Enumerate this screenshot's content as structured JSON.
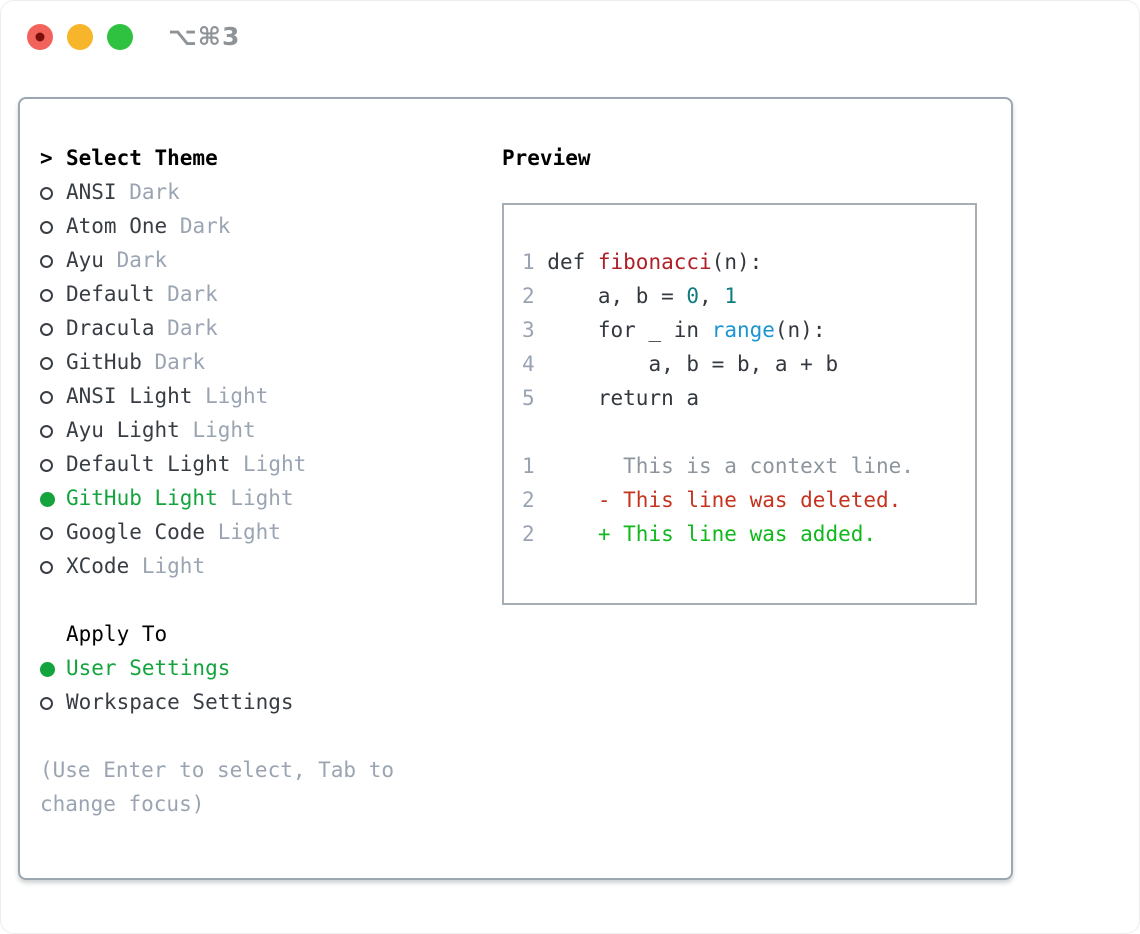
{
  "window": {
    "shortcut_label": "⌥⌘3"
  },
  "traffic_lights": {
    "red": "#f2635c",
    "red_inner_dot": "#7a100c",
    "yellow": "#f7b52c",
    "green": "#2fc240"
  },
  "colors": {
    "selected_green": "#14a43e",
    "marker_stroke": "#3a3f46",
    "plain": "#33383f",
    "linenum": "#99a4b2",
    "function": "#b01f27",
    "number": "#107c82",
    "builtin": "#1d95d2",
    "context": "#8d959d",
    "deleted": "#c5331f",
    "added": "#10b81e",
    "muted": "#9aa4b2"
  },
  "theme_picker": {
    "prompt": ">",
    "title": "Select Theme",
    "items": [
      {
        "name": "ANSI",
        "variant": "Dark",
        "selected": false
      },
      {
        "name": "Atom One",
        "variant": "Dark",
        "selected": false
      },
      {
        "name": "Ayu",
        "variant": "Dark",
        "selected": false
      },
      {
        "name": "Default",
        "variant": "Dark",
        "selected": false
      },
      {
        "name": "Dracula",
        "variant": "Dark",
        "selected": false
      },
      {
        "name": "GitHub",
        "variant": "Dark",
        "selected": false
      },
      {
        "name": "ANSI Light",
        "variant": "Light",
        "selected": false
      },
      {
        "name": "Ayu Light",
        "variant": "Light",
        "selected": false
      },
      {
        "name": "Default Light",
        "variant": "Light",
        "selected": false
      },
      {
        "name": "GitHub Light",
        "variant": "Light",
        "selected": true
      },
      {
        "name": "Google Code",
        "variant": "Light",
        "selected": false
      },
      {
        "name": "XCode",
        "variant": "Light",
        "selected": false
      }
    ],
    "apply_to": {
      "title": "Apply To",
      "options": [
        {
          "label": "User Settings",
          "selected": true
        },
        {
          "label": "Workspace Settings",
          "selected": false
        }
      ]
    },
    "hint": "(Use Enter to select, Tab to\nchange focus)"
  },
  "preview": {
    "title": "Preview",
    "lines": [
      {
        "segments": [
          {
            "style": "linenum",
            "text": "1"
          },
          {
            "style": "plain",
            "text": " def "
          },
          {
            "style": "function",
            "text": "fibonacci"
          },
          {
            "style": "plain",
            "text": "(n):"
          }
        ]
      },
      {
        "segments": [
          {
            "style": "linenum",
            "text": "2"
          },
          {
            "style": "plain",
            "text": "     a, b = "
          },
          {
            "style": "number",
            "text": "0"
          },
          {
            "style": "plain",
            "text": ", "
          },
          {
            "style": "number",
            "text": "1"
          }
        ]
      },
      {
        "segments": [
          {
            "style": "linenum",
            "text": "3"
          },
          {
            "style": "plain",
            "text": "     for _ in "
          },
          {
            "style": "builtin",
            "text": "range"
          },
          {
            "style": "plain",
            "text": "(n):"
          }
        ]
      },
      {
        "segments": [
          {
            "style": "linenum",
            "text": "4"
          },
          {
            "style": "plain",
            "text": "         a, b = b, a + b"
          }
        ]
      },
      {
        "segments": [
          {
            "style": "linenum",
            "text": "5"
          },
          {
            "style": "plain",
            "text": "     return a"
          }
        ]
      },
      {
        "segments": []
      },
      {
        "segments": [
          {
            "style": "linenum",
            "text": "1"
          },
          {
            "style": "context",
            "text": "       This is a context line."
          }
        ]
      },
      {
        "segments": [
          {
            "style": "linenum",
            "text": "2"
          },
          {
            "style": "deleted",
            "text": "     - This line was deleted."
          }
        ]
      },
      {
        "segments": [
          {
            "style": "linenum",
            "text": "2"
          },
          {
            "style": "added",
            "text": "     + This line was added."
          }
        ]
      }
    ]
  }
}
